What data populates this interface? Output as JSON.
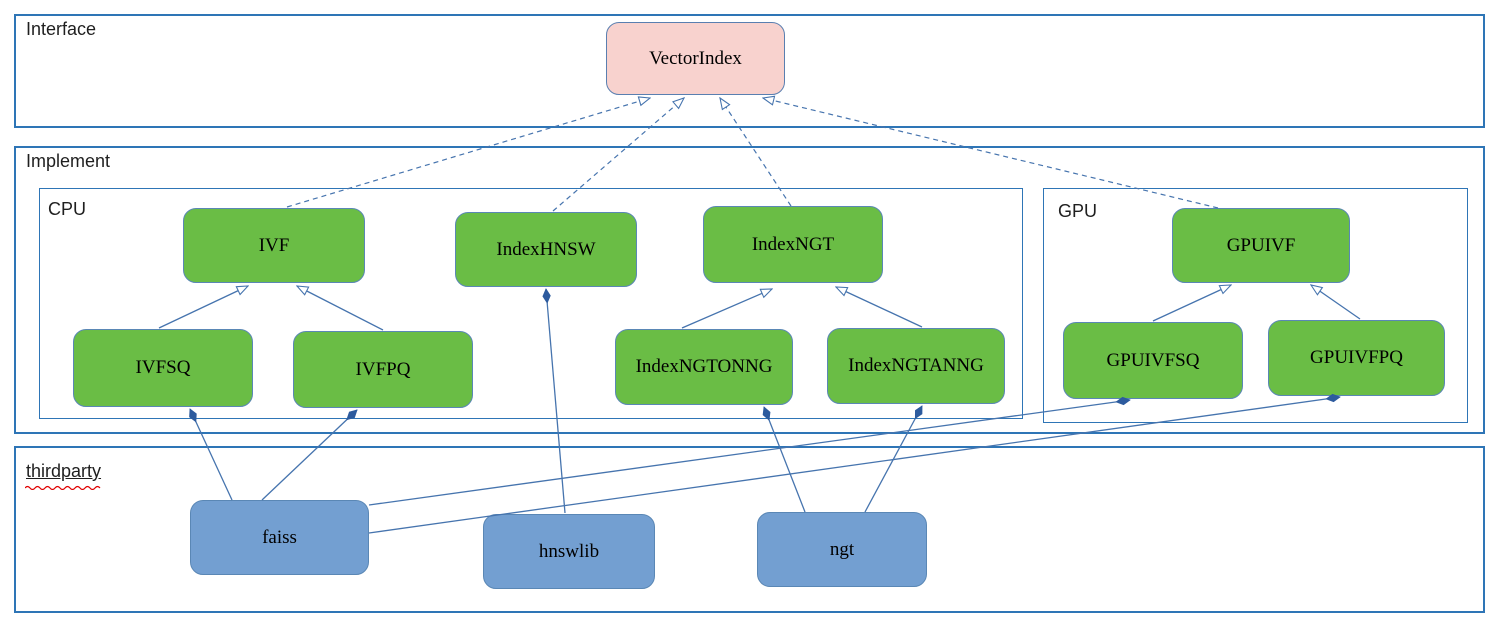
{
  "containers": {
    "interface": {
      "label": "Interface"
    },
    "implement": {
      "label": "Implement"
    },
    "cpu": {
      "label": "CPU"
    },
    "gpu": {
      "label": "GPU"
    },
    "thirdparty": {
      "label": "thirdparty"
    }
  },
  "nodes": {
    "vectorindex": {
      "label": "VectorIndex",
      "group": "interface"
    },
    "ivf": {
      "label": "IVF",
      "group": "cpu"
    },
    "indexhnsw": {
      "label": "IndexHNSW",
      "group": "cpu"
    },
    "indexngt": {
      "label": "IndexNGT",
      "group": "cpu"
    },
    "gpuivf": {
      "label": "GPUIVF",
      "group": "gpu"
    },
    "ivfsq": {
      "label": "IVFSQ",
      "group": "cpu"
    },
    "ivfpq": {
      "label": "IVFPQ",
      "group": "cpu"
    },
    "indexngtonng": {
      "label": "IndexNGTONNG",
      "group": "cpu"
    },
    "indexngtanng": {
      "label": "IndexNGTANNG",
      "group": "cpu"
    },
    "gpuivfsq": {
      "label": "GPUIVFSQ",
      "group": "gpu"
    },
    "gpuivfpq": {
      "label": "GPUIVFPQ",
      "group": "gpu"
    },
    "faiss": {
      "label": "faiss",
      "group": "thirdparty"
    },
    "hnswlib": {
      "label": "hnswlib",
      "group": "thirdparty"
    },
    "ngt": {
      "label": "ngt",
      "group": "thirdparty"
    }
  },
  "edges": [
    {
      "from": "IVF",
      "to": "VectorIndex",
      "type": "realization"
    },
    {
      "from": "IndexHNSW",
      "to": "VectorIndex",
      "type": "realization"
    },
    {
      "from": "IndexNGT",
      "to": "VectorIndex",
      "type": "realization"
    },
    {
      "from": "GPUIVF",
      "to": "VectorIndex",
      "type": "realization"
    },
    {
      "from": "IVFSQ",
      "to": "IVF",
      "type": "generalization"
    },
    {
      "from": "IVFPQ",
      "to": "IVF",
      "type": "generalization"
    },
    {
      "from": "IndexNGTONNG",
      "to": "IndexNGT",
      "type": "generalization"
    },
    {
      "from": "IndexNGTANNG",
      "to": "IndexNGT",
      "type": "generalization"
    },
    {
      "from": "GPUIVFSQ",
      "to": "GPUIVF",
      "type": "generalization"
    },
    {
      "from": "GPUIVFPQ",
      "to": "GPUIVF",
      "type": "generalization"
    },
    {
      "from": "faiss",
      "to": "IVFSQ",
      "type": "composition"
    },
    {
      "from": "faiss",
      "to": "IVFPQ",
      "type": "composition"
    },
    {
      "from": "faiss",
      "to": "GPUIVFSQ",
      "type": "composition"
    },
    {
      "from": "faiss",
      "to": "GPUIVFPQ",
      "type": "composition"
    },
    {
      "from": "hnswlib",
      "to": "IndexHNSW",
      "type": "composition"
    },
    {
      "from": "ngt",
      "to": "IndexNGTONNG",
      "type": "composition"
    },
    {
      "from": "ngt",
      "to": "IndexNGTANNG",
      "type": "composition"
    }
  ],
  "colors": {
    "interface_node_fill": "#f8d2ce",
    "implementation_node_fill": "#6abd45",
    "thirdparty_node_fill": "#739fd1",
    "container_border": "#2e75b6",
    "node_border": "#5a87b5",
    "edge_line": "#4674ae",
    "composition_diamond_fill": "#2d5b9e",
    "spellcheck_squiggle": "#e00000"
  }
}
